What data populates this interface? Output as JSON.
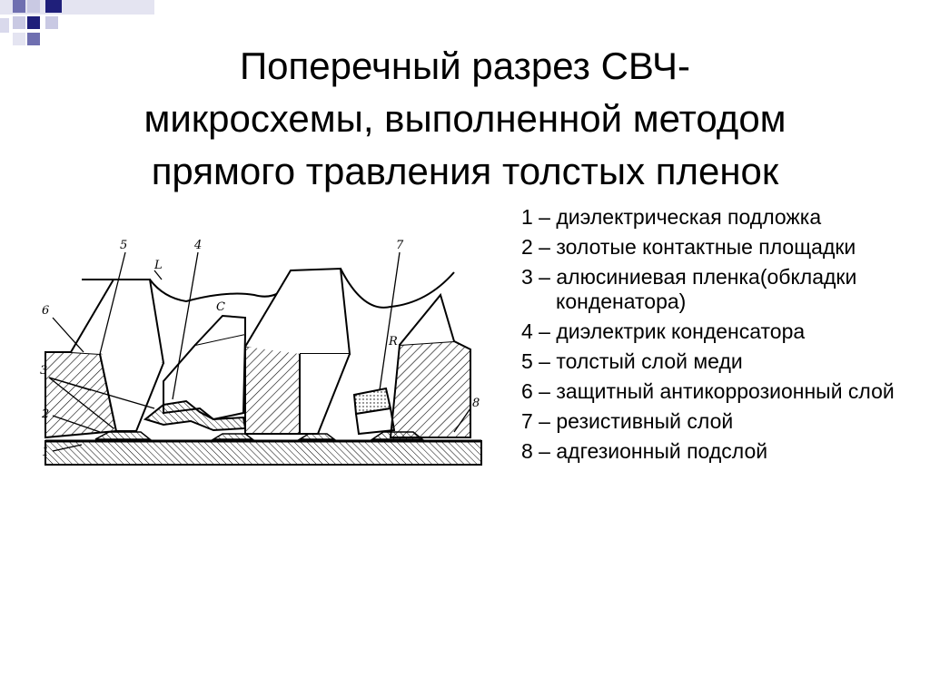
{
  "slide": {
    "title_lines": [
      "Поперечный разрез СВЧ-",
      "микросхемы, выполненной методом",
      "прямого травления толстых пленок"
    ]
  },
  "figure": {
    "callouts": [
      "5",
      "4",
      "L",
      "C",
      "7",
      "R",
      "6",
      "3",
      "2",
      "1",
      "8"
    ]
  },
  "legend": {
    "items": [
      "1 – диэлектрическая подложка",
      "2 – золотые контактные площадки",
      "3 – алюсиниевая пленка(обкладки конденатора)",
      "4 – диэлектрик конденсатора",
      "5 – толстый слой меди",
      "6 – защитный антикоррозионный слой",
      "7 – резистивный слой",
      "8 – адгезионный подслой"
    ]
  },
  "colors": {
    "corner_dark": "#1f1f7a",
    "corner_mid": "#6f6fb0",
    "corner_light": "#c9c9e3"
  }
}
